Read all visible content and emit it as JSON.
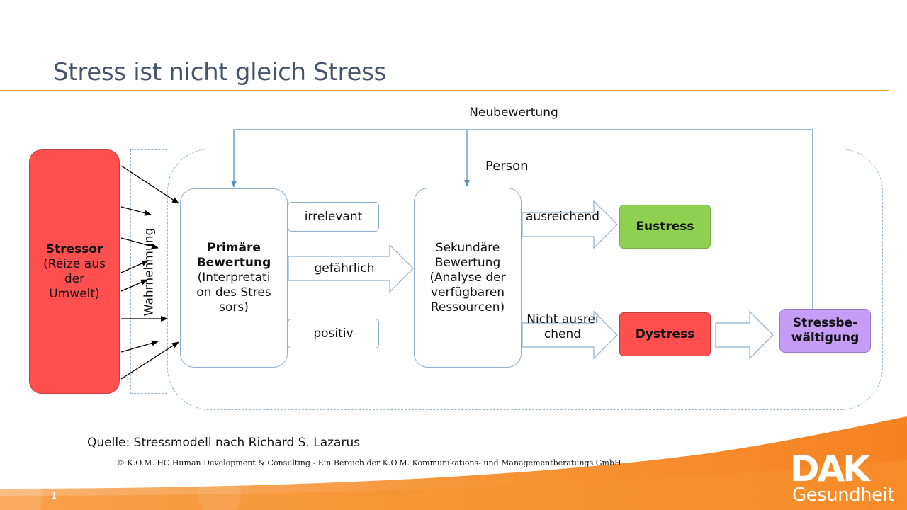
{
  "slide": {
    "title": "Stress ist nicht gleich Stress",
    "page_number": "1"
  },
  "diagram": {
    "stressor": {
      "title": "Stressor",
      "subtitle": "(Reize aus der Umwelt)"
    },
    "perception": "Wahrnehmung",
    "person": "Person",
    "reappraisal": "Neubewertung",
    "primary": {
      "title": "Primäre Bewertung",
      "subtitle": "(Interpretation des Stressors)"
    },
    "outcomes": {
      "irrelevant": "irrelevant",
      "dangerous": "gefährlich",
      "positive": "positiv"
    },
    "secondary": "Sekundäre Bewertung (Analyse der verfügbaren Ressourcen)",
    "sufficient": "ausreichend",
    "insufficient": "Nicht ausreichend",
    "eustress": "Eustress",
    "distress": "Dystress",
    "coping": "Stressbe-wältigung"
  },
  "footer": {
    "source": "Quelle: Stressmodell nach Richard S. Lazarus",
    "copyright": "© K.O.M. HC Human Development & Consulting - Ein Bereich der K.O.M. Kommunikations- und Managementberatungs GmbH",
    "logo_name": "DAK",
    "logo_sub": "Gesundheit"
  },
  "colors": {
    "title": "#44546a",
    "rule": "#f0a030",
    "stressor": "#ff4f4f",
    "eustress": "#8fd050",
    "coping": "#c59cf6",
    "brand": "#f58220"
  }
}
